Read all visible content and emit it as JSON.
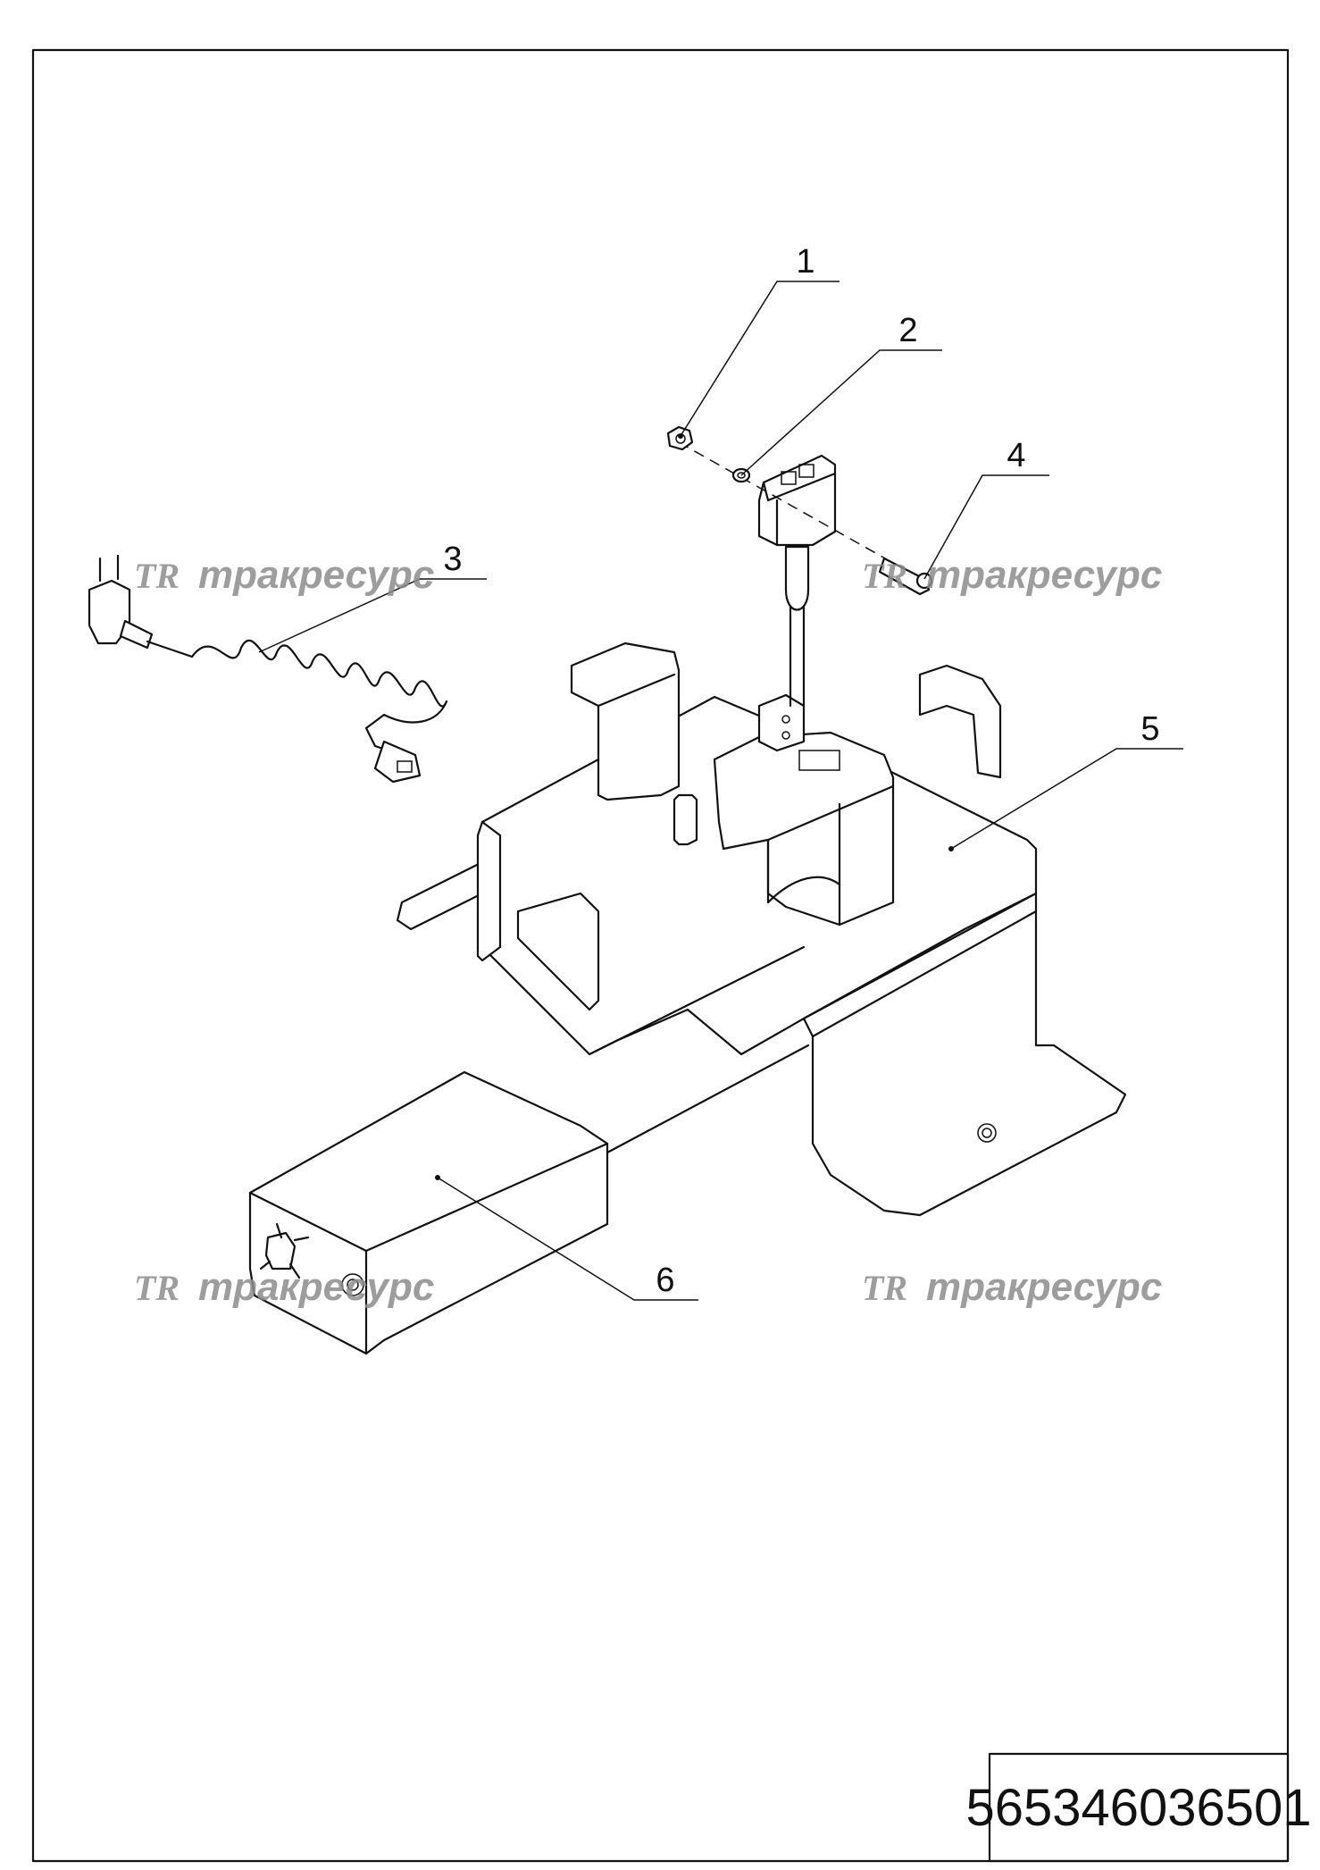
{
  "drawing": {
    "callouts": [
      {
        "id": "1",
        "label": "1"
      },
      {
        "id": "2",
        "label": "2"
      },
      {
        "id": "3",
        "label": "3"
      },
      {
        "id": "4",
        "label": "4"
      },
      {
        "id": "5",
        "label": "5"
      },
      {
        "id": "6",
        "label": "6"
      }
    ],
    "watermark": {
      "logo": "TR",
      "text": "тракресурс"
    },
    "part_number": "565346036501"
  }
}
